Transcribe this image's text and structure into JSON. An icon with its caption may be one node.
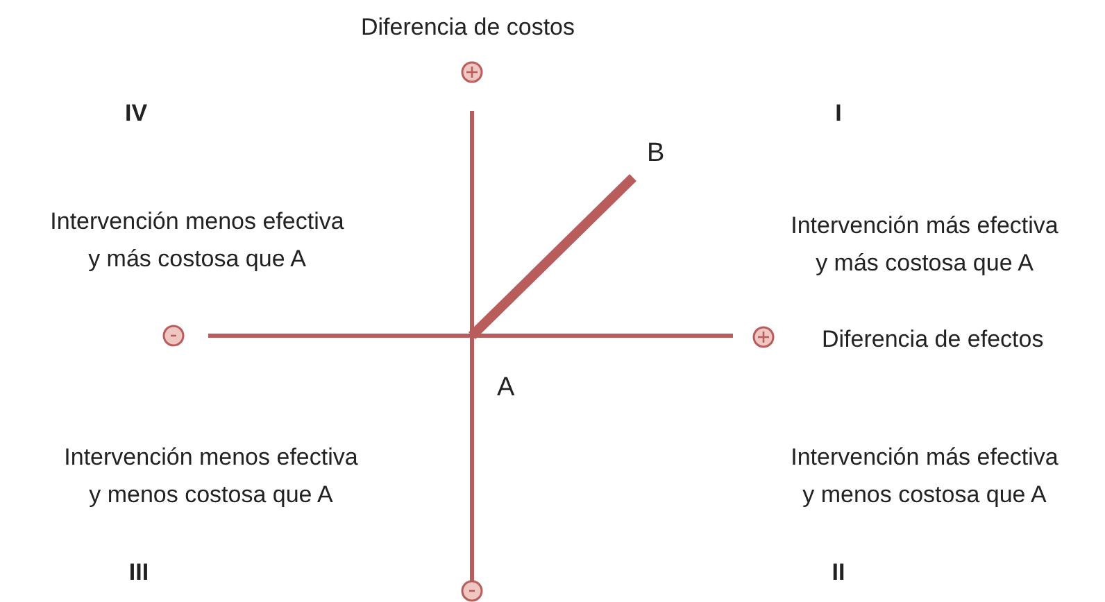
{
  "diagram": {
    "nodes": [
      {
        "text": [
          "B"
        ]
      },
      {
        "text": [
          "A"
        ]
      }
    ],
    "edges": [
      {
        "from": 1,
        "to": 0,
        "arrow": "none"
      }
    ],
    "labels": [
      "Diferencia de costos",
      "IV",
      "I",
      "Intervención menos efectiva y más costosa que A",
      "Intervención más efectiva y más costosa que A",
      "Diferencia de efectos",
      "Intervención menos efectiva y menos costosa que A",
      "Intervención más efectiva y menos costosa que A",
      "III",
      "II"
    ]
  }
}
